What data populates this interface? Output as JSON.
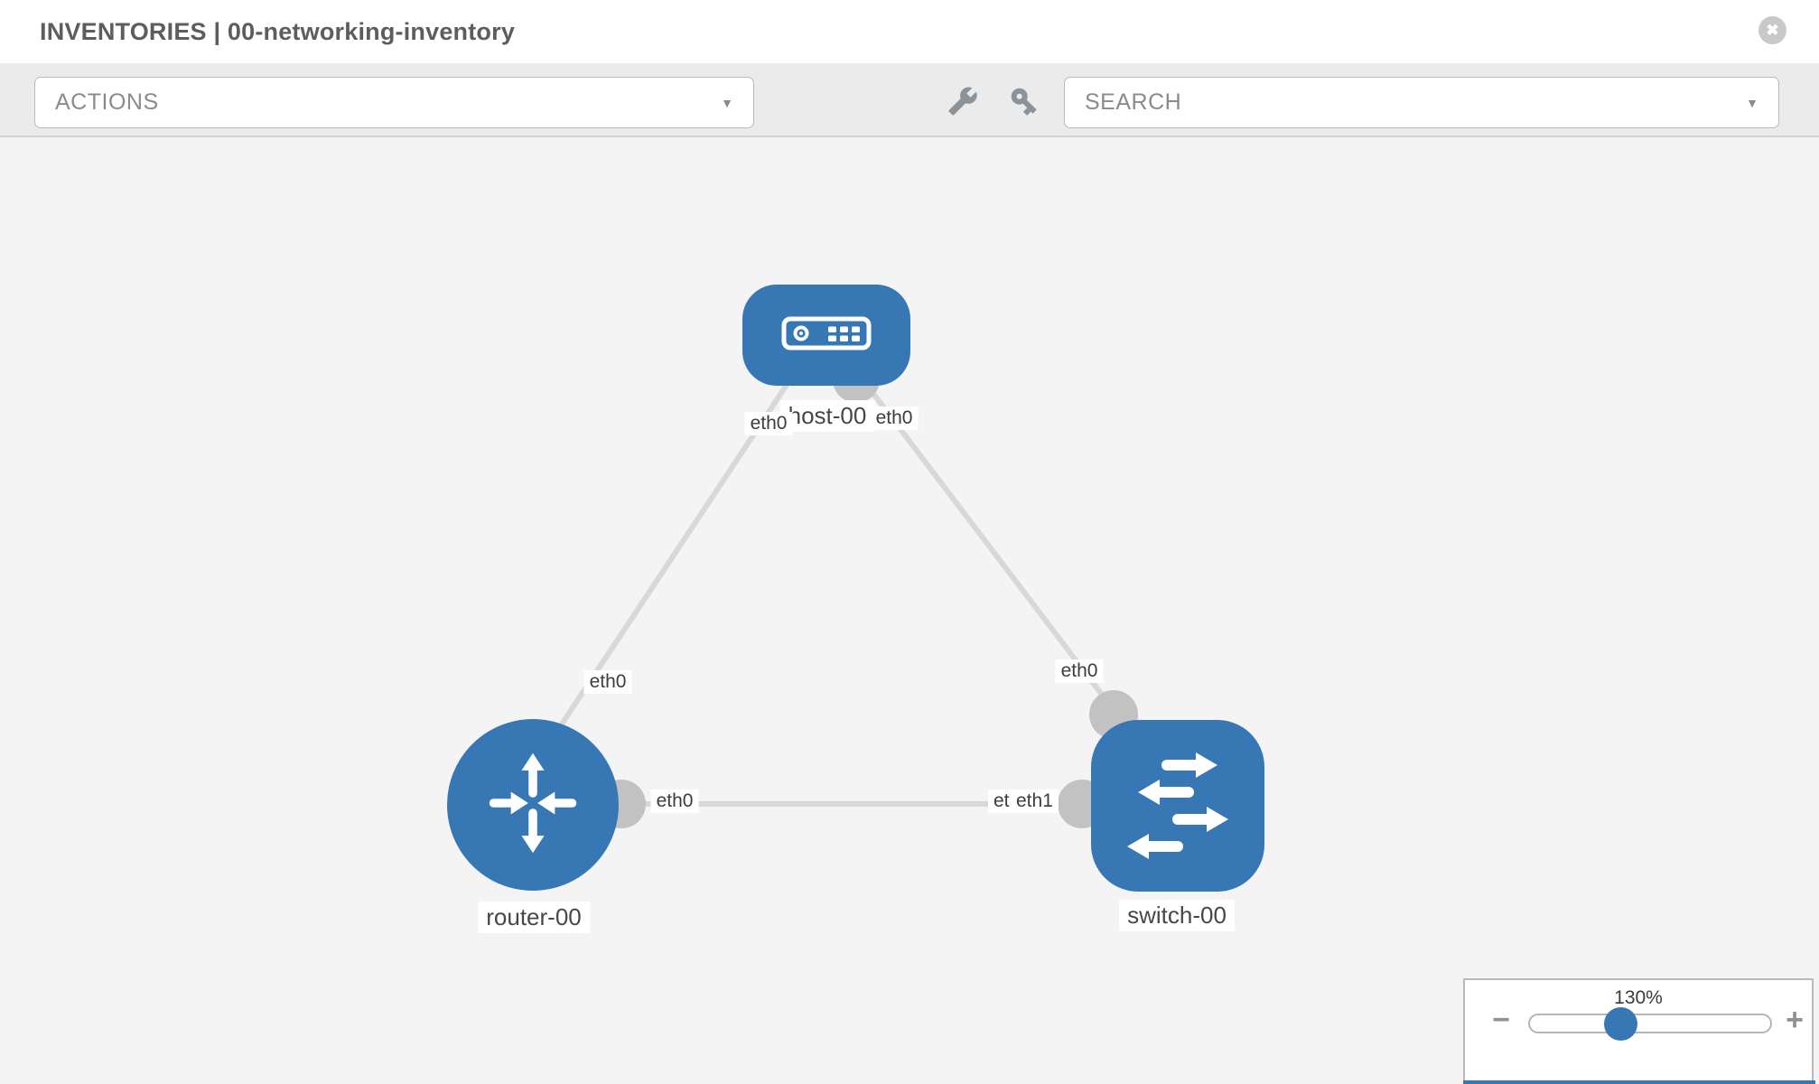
{
  "header": {
    "title": "INVENTORIES | 00-networking-inventory",
    "close_icon": "✖"
  },
  "toolbar": {
    "actions_label": "ACTIONS",
    "search_label": "SEARCH",
    "caret": "▼",
    "icon_buttons": [
      "wrench-icon",
      "key-icon"
    ]
  },
  "topology": {
    "nodes": {
      "host": {
        "label": "host-00",
        "type": "host"
      },
      "router": {
        "label": "router-00",
        "type": "router"
      },
      "switch": {
        "label": "switch-00",
        "type": "switch"
      }
    },
    "edges": [
      {
        "from": "host-00",
        "from_interface": "eth0",
        "to": "router-00",
        "to_interface": "eth0"
      },
      {
        "from": "host-00",
        "from_interface": "eth0",
        "to": "switch-00",
        "to_interface": "eth0"
      },
      {
        "from": "router-00",
        "from_interface": "eth0",
        "to": "switch-00",
        "to_interface": "eth1",
        "to_interface_overlapped": "eth0"
      }
    ]
  },
  "zoom_control": {
    "level": "130%",
    "minus": "−",
    "plus": "+"
  },
  "colors": {
    "node_blue": "#3778b4",
    "edge_gray": "#d8d8d8",
    "port_gray": "#c2c2c2",
    "canvas_bg": "#f4f4f4",
    "toolbar_bg": "#ebebeb"
  }
}
